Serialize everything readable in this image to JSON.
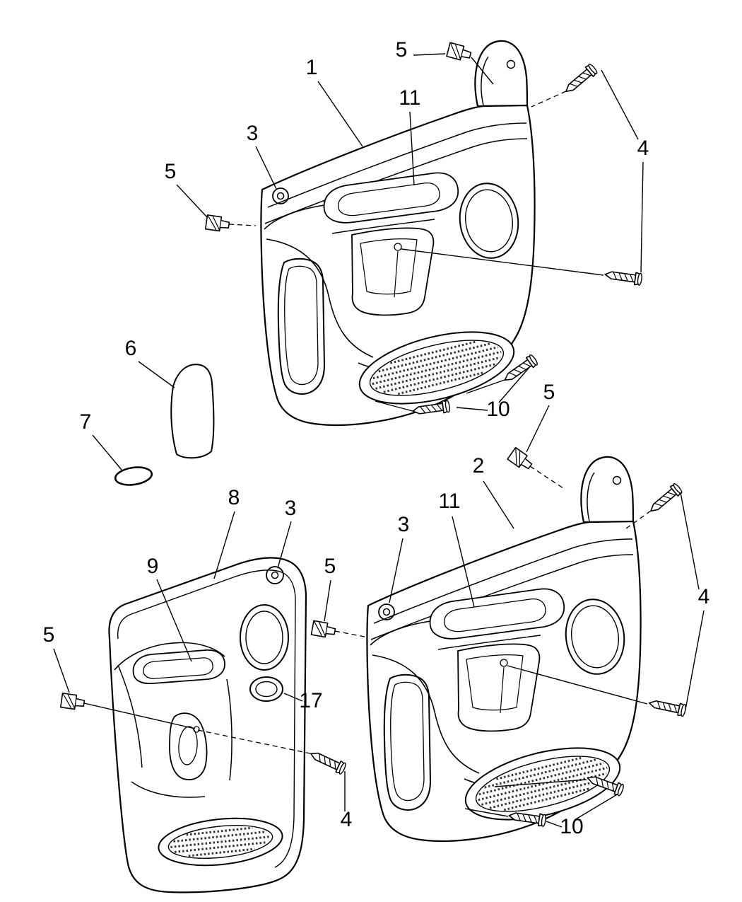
{
  "diagram": {
    "background": "#ffffff",
    "line_color": "#000000"
  },
  "symbols": {
    "screw": "screw-icon",
    "retainer_clip": "clip-icon",
    "grommet": "grommet-icon",
    "speaker_grille": "speaker-grille-icon"
  },
  "callouts": [
    {
      "label": "1"
    },
    {
      "label": "5"
    },
    {
      "label": "4"
    },
    {
      "label": "11"
    },
    {
      "label": "3"
    },
    {
      "label": "5"
    },
    {
      "label": "6"
    },
    {
      "label": "7"
    },
    {
      "label": "10"
    },
    {
      "label": "5"
    },
    {
      "label": "2"
    },
    {
      "label": "8"
    },
    {
      "label": "3"
    },
    {
      "label": "9"
    },
    {
      "label": "3"
    },
    {
      "label": "11"
    },
    {
      "label": "5"
    },
    {
      "label": "4"
    },
    {
      "label": "5"
    },
    {
      "label": "17"
    },
    {
      "label": "4"
    },
    {
      "label": "10"
    }
  ]
}
